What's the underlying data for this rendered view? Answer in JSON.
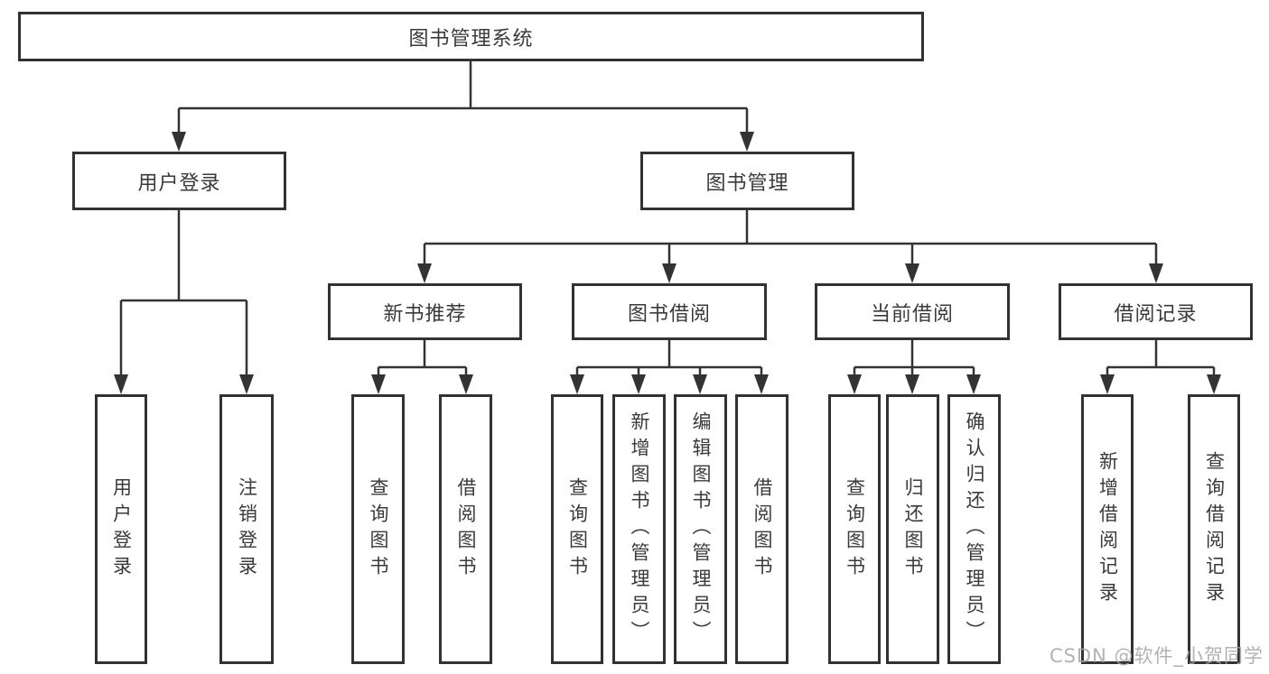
{
  "colors": {
    "line": "#333333",
    "box_border": "#323232",
    "text": "#3a3a3a",
    "background": "#ffffff",
    "watermark": "#a5a5a5"
  },
  "watermark": {
    "text": "CSDN @软件_小贺同学"
  },
  "tree": {
    "root": {
      "label": "图书管理系统"
    },
    "branches": [
      {
        "label": "用户登录",
        "children": [
          {
            "label": "用户登录"
          },
          {
            "label": "注销登录"
          }
        ]
      },
      {
        "label": "图书管理",
        "children": [
          {
            "label": "新书推荐",
            "children": [
              {
                "label": "查询图书"
              },
              {
                "label": "借阅图书"
              }
            ]
          },
          {
            "label": "图书借阅",
            "children": [
              {
                "label": "查询图书"
              },
              {
                "label": "新增图书（管理员）"
              },
              {
                "label": "编辑图书（管理员）"
              },
              {
                "label": "借阅图书"
              }
            ]
          },
          {
            "label": "当前借阅",
            "children": [
              {
                "label": "查询图书"
              },
              {
                "label": "归还图书"
              },
              {
                "label": "确认归还（管理员）"
              }
            ]
          },
          {
            "label": "借阅记录",
            "children": [
              {
                "label": "新增借阅记录"
              },
              {
                "label": "查询借阅记录"
              }
            ]
          }
        ]
      }
    ]
  }
}
